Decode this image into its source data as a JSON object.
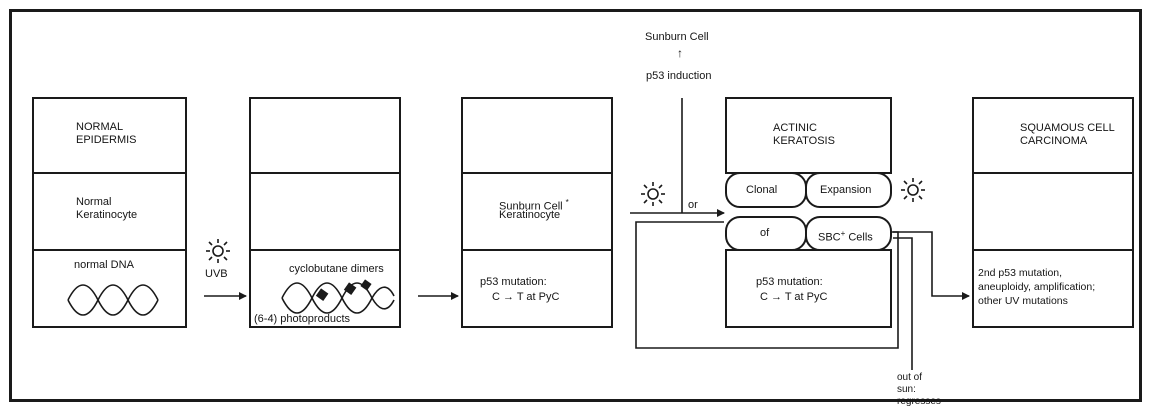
{
  "stage1": {
    "title_line1": "NORMAL",
    "title_line2": "EPIDERMIS",
    "cell_line1": "Normal",
    "cell_line2": "Keratinocyte",
    "dna": "normal  DNA"
  },
  "uvb_label": "UVB",
  "stage2": {
    "dimers": "cyclobutane dimers",
    "photoproducts": "(6-4) photoproducts"
  },
  "stage3": {
    "cell_line1": "Sunburn Cell",
    "cell_sup": "*",
    "cell_line2": "Keratinocyte",
    "mutation_line1": "p53 mutation:",
    "mutation_line2": "C → T at PyC"
  },
  "top_branch": {
    "sunburn_cell": "Sunburn Cell",
    "up_arrow": "↑",
    "p53_induction": "p53 induction",
    "or": "or"
  },
  "stage4": {
    "title_line1": "ACTINIC",
    "title_line2": "KERATOSIS",
    "clonal": "Clonal",
    "expansion": "Expansion",
    "of": "of",
    "sbc": "SBC",
    "sbc_sup": "+",
    "cells": "Cells",
    "mutation_line1": "p53 mutation:",
    "mutation_line2": "C → T at PyC"
  },
  "regress": {
    "line1": "out of",
    "line2": "sun:",
    "line3": "regresses"
  },
  "stage5": {
    "title_line1": "SQUAMOUS CELL",
    "title_line2": "CARCINOMA",
    "mutation_line1": "2nd p53 mutation,",
    "mutation_line2": "aneuploidy, amplification;",
    "mutation_line3": "other UV mutations"
  }
}
